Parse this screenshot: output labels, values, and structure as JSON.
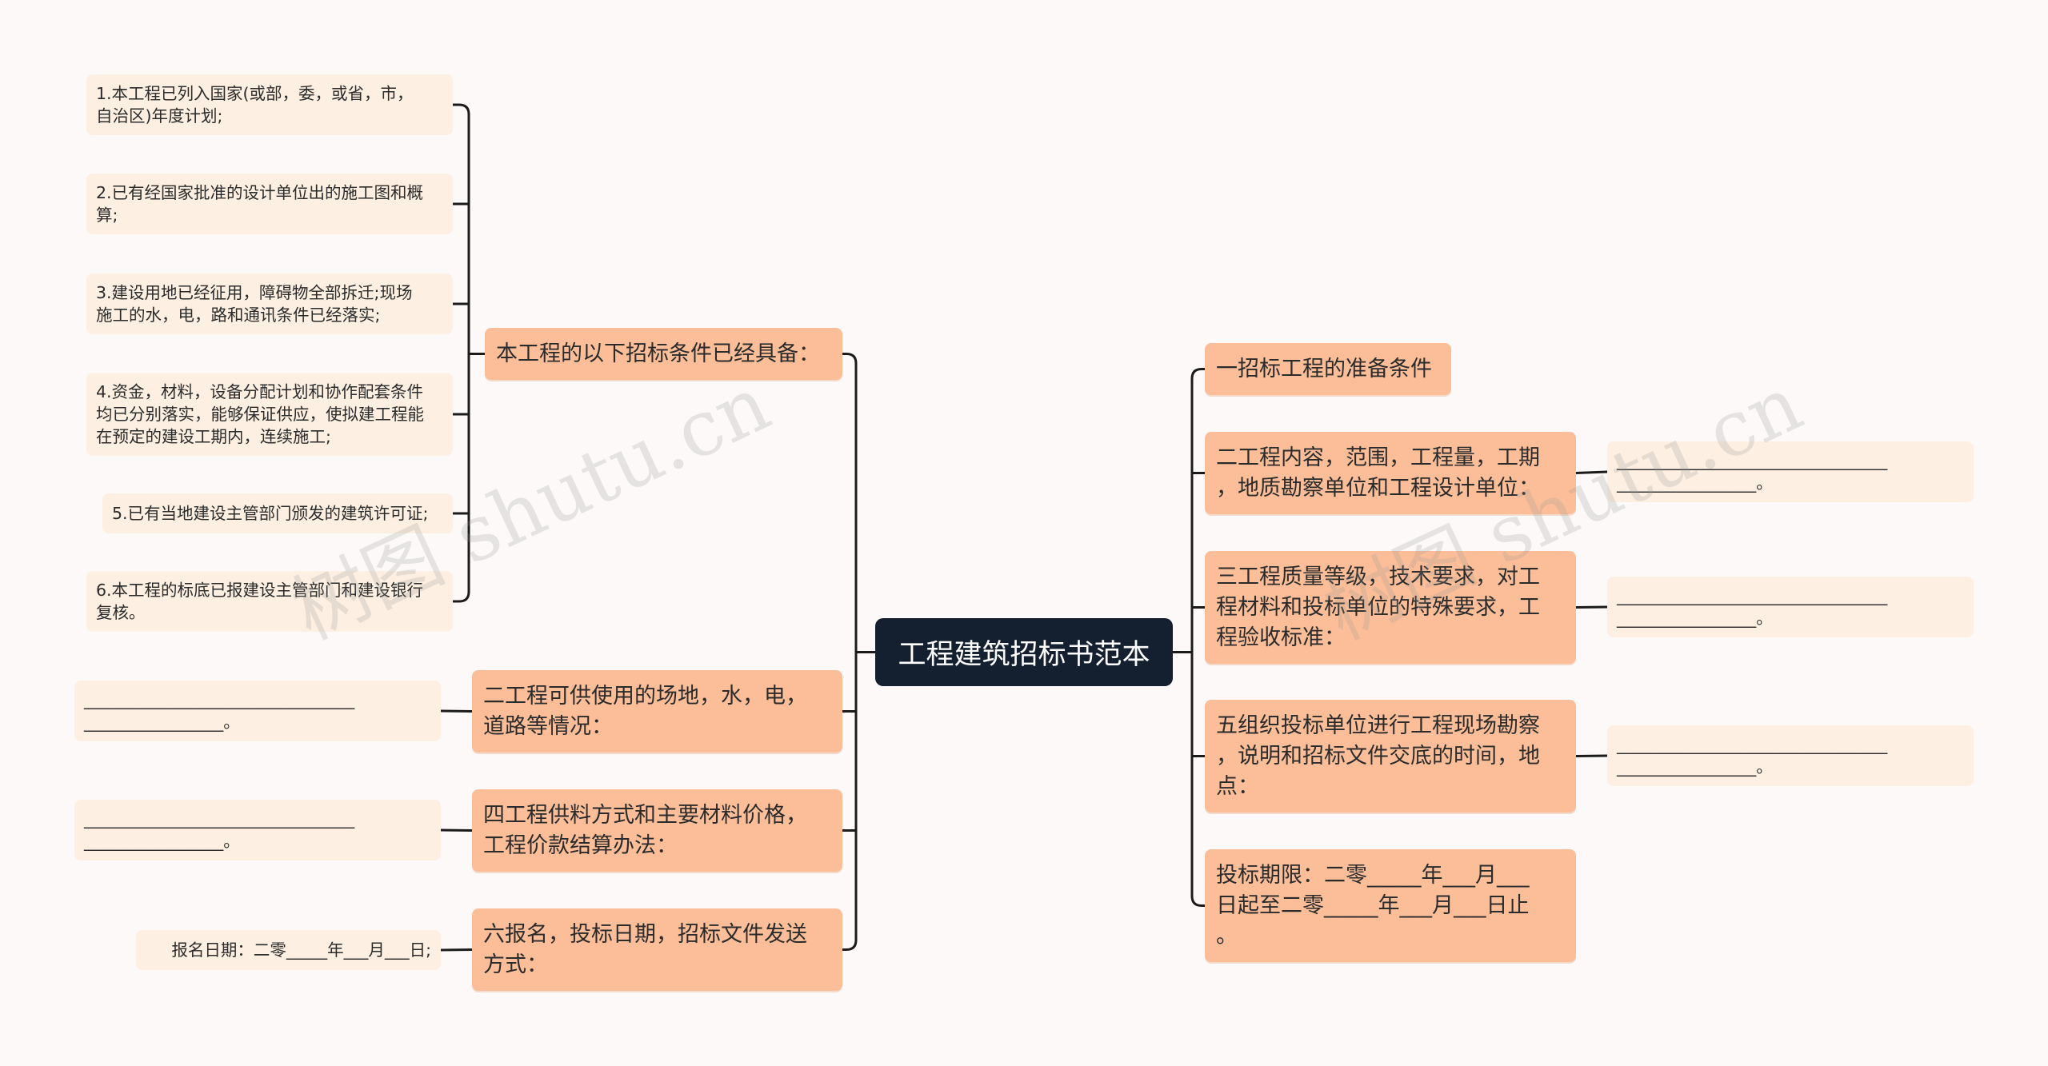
{
  "watermark": "树图 shutu.cn",
  "root": {
    "label": "工程建筑招标书范本"
  },
  "left_branches": [
    {
      "label": "本工程的以下招标条件已经具备：",
      "children": [
        "1.本工程已列入国家(或部，委，或省，市，\n自治区)年度计划;",
        "2.已有经国家批准的设计单位出的施工图和概\n算;",
        "3.建设用地已经征用，障碍物全部拆迁;现场\n施工的水，电，路和通讯条件已经落实;",
        "4.资金，材料，设备分配计划和协作配套条件\n均已分别落实，能够保证供应，使拟建工程能\n在预定的建设工期内，连续施工;",
        "5.已有当地建设主管部门颁发的建筑许可证;",
        "6.本工程的标底已报建设主管部门和建设银行\n复核。"
      ]
    },
    {
      "label": "二工程可供使用的场地，水，电，\n道路等情况：",
      "children": [
        "_________________________________\n_________________。"
      ]
    },
    {
      "label": "四工程供料方式和主要材料价格，\n工程价款结算办法：",
      "children": [
        "_________________________________\n_________________。"
      ]
    },
    {
      "label": "六报名，投标日期，招标文件发送\n方式：",
      "children": [
        "报名日期：二零_____年___月___日;"
      ]
    }
  ],
  "right_branches": [
    {
      "label": "一招标工程的准备条件",
      "children": []
    },
    {
      "label": "二工程内容，范围，工程量，工期\n，地质勘察单位和工程设计单位：",
      "children": [
        "_________________________________\n_________________。"
      ]
    },
    {
      "label": "三工程质量等级，技术要求，对工\n程材料和投标单位的特殊要求，工\n程验收标准：",
      "children": [
        "_________________________________\n_________________。"
      ]
    },
    {
      "label": "五组织投标单位进行工程现场勘察\n，说明和招标文件交底的时间，地\n点：",
      "children": [
        "_________________________________\n_________________。"
      ]
    },
    {
      "label": "投标期限：二零_____年___月___\n日起至二零_____年___月___日止\n。",
      "children": []
    }
  ],
  "colors": {
    "background": "#fcf9f8",
    "root_fill": "#14202f",
    "branch_fill": "#fbbe98",
    "leaf_fill": "#fdefe1",
    "connector": "#1b1b1b"
  }
}
